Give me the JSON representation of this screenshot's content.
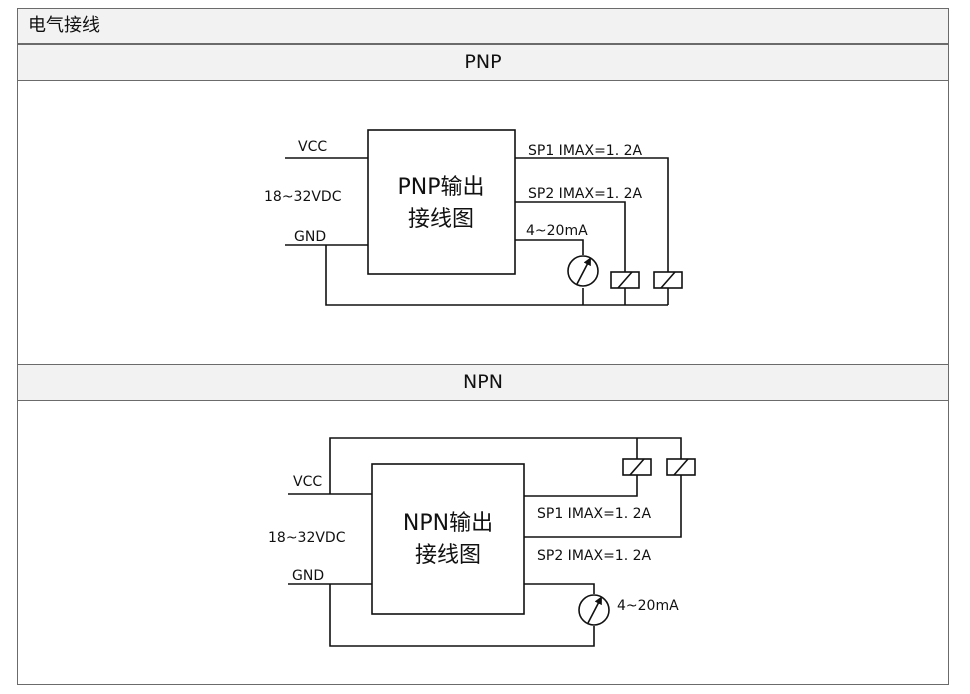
{
  "header": {
    "title": "电气接线"
  },
  "pnp": {
    "section_title": "PNP",
    "box_line1": "PNP输出",
    "box_line2": "接线图",
    "vcc": "VCC",
    "supply": "18~32VDC",
    "gnd": "GND",
    "sp1": "SP1 IMAX=1. 2A",
    "sp2": "SP2 IMAX=1. 2A",
    "analog": "4~20mA"
  },
  "npn": {
    "section_title": "NPN",
    "box_line1": "NPN输出",
    "box_line2": "接线图",
    "vcc": "VCC",
    "supply": "18~32VDC",
    "gnd": "GND",
    "sp1": "SP1 IMAX=1. 2A",
    "sp2": "SP2 IMAX=1. 2A",
    "analog": "4~20mA"
  }
}
